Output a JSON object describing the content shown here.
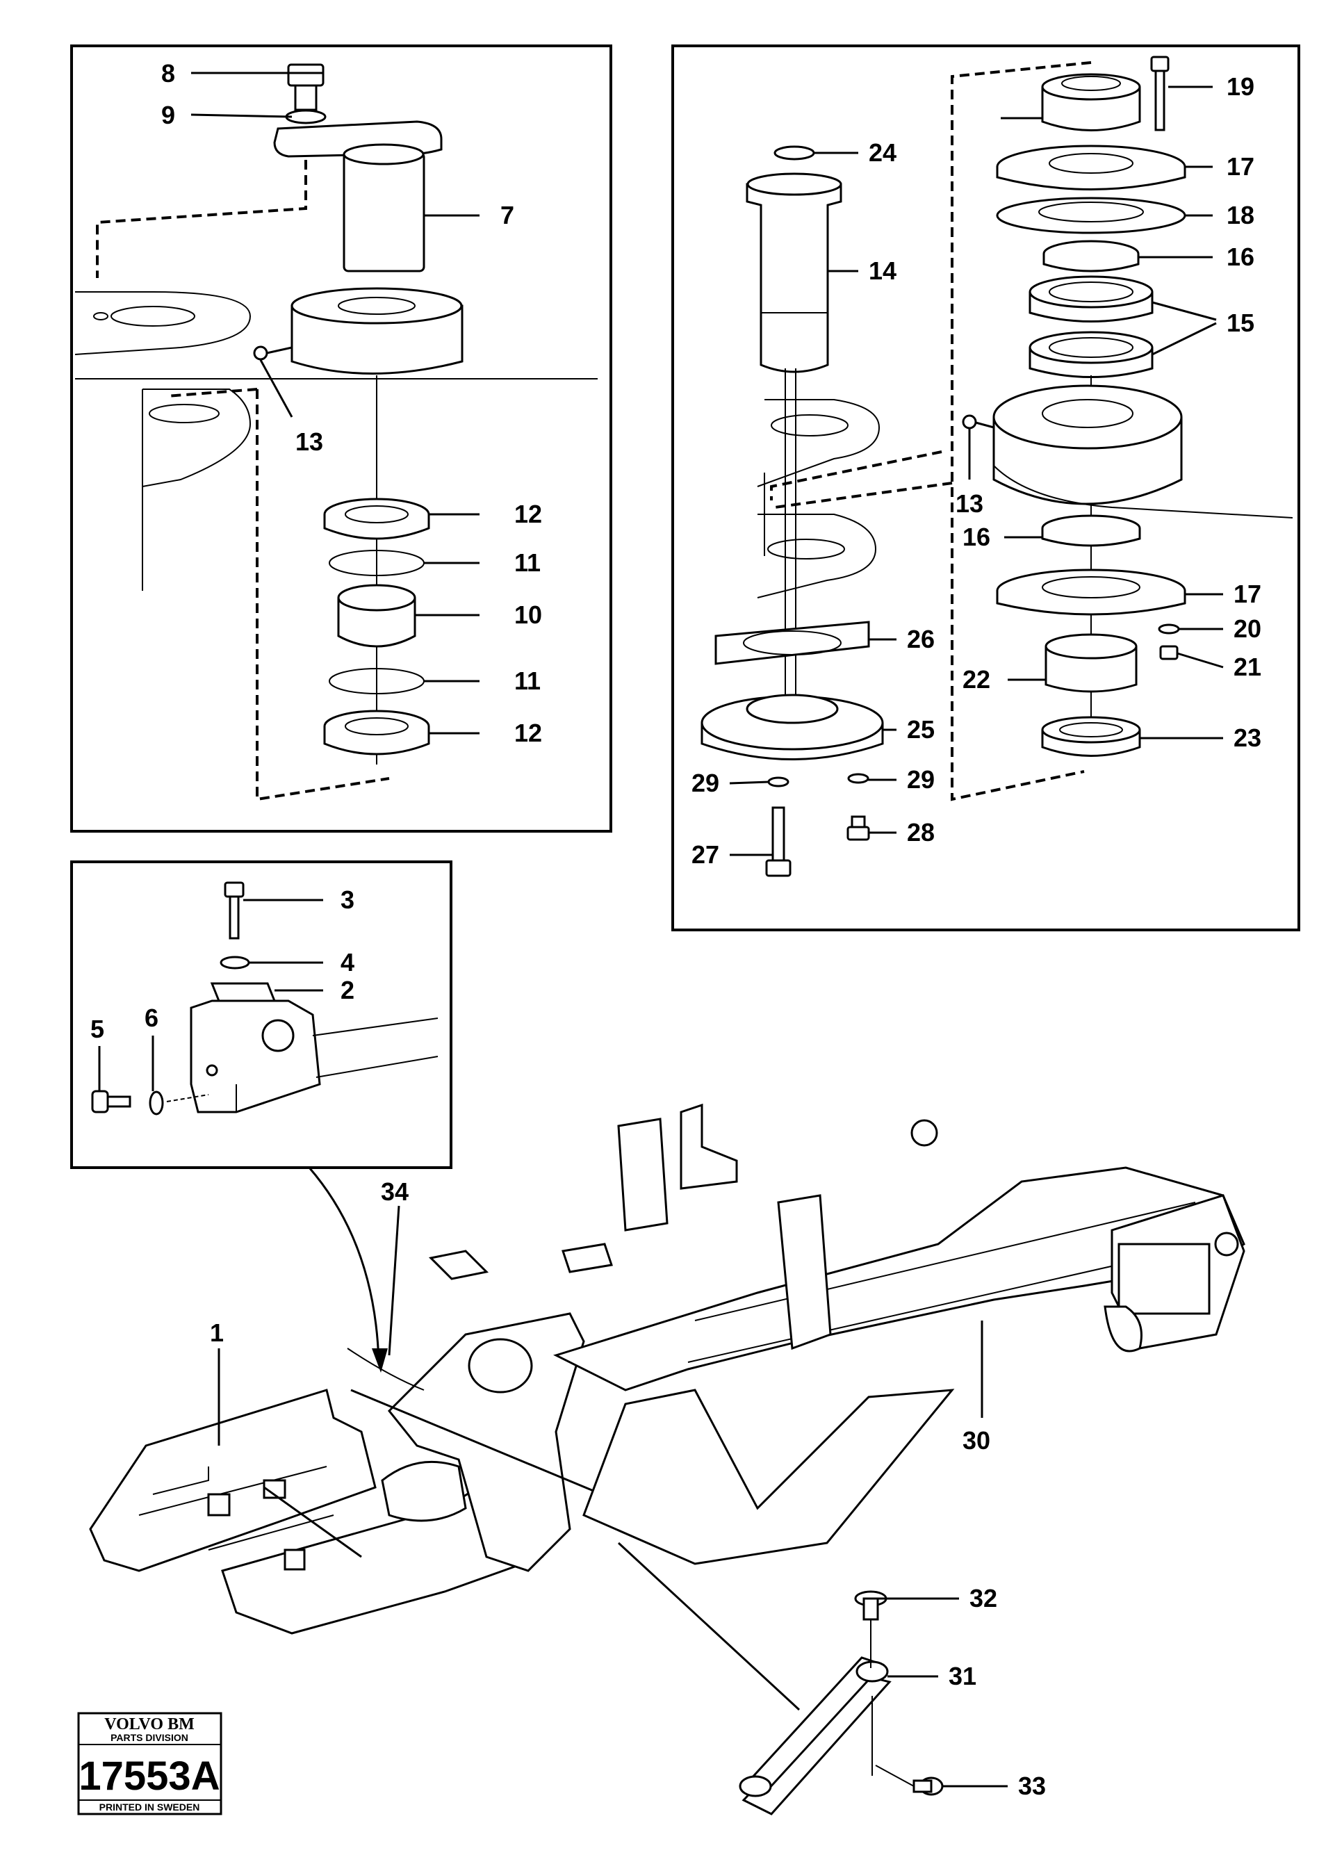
{
  "callouts": {
    "c1": "1",
    "c2": "2",
    "c3": "3",
    "c4": "4",
    "c5": "5",
    "c6": "6",
    "c7": "7",
    "c8": "8",
    "c9": "9",
    "c10": "10",
    "c11a": "11",
    "c11b": "11",
    "c12a": "12",
    "c12b": "12",
    "c13a": "13",
    "c13b": "13",
    "c14": "14",
    "c15": "15",
    "c16a": "16",
    "c16b": "16",
    "c17a": "17",
    "c17b": "17",
    "c18": "18",
    "c19": "19",
    "c20": "20",
    "c21": "21",
    "c22": "22",
    "c23": "23",
    "c24": "24",
    "c25": "25",
    "c26": "26",
    "c27": "27",
    "c28": "28",
    "c29a": "29",
    "c29b": "29",
    "c30": "30",
    "c31": "31",
    "c32": "32",
    "c33": "33",
    "c34": "34"
  },
  "stamp": {
    "brand": "VOLVO BM",
    "division": "PARTS DIVISION",
    "number": "17553A",
    "printed": "PRINTED IN SWEDEN"
  }
}
